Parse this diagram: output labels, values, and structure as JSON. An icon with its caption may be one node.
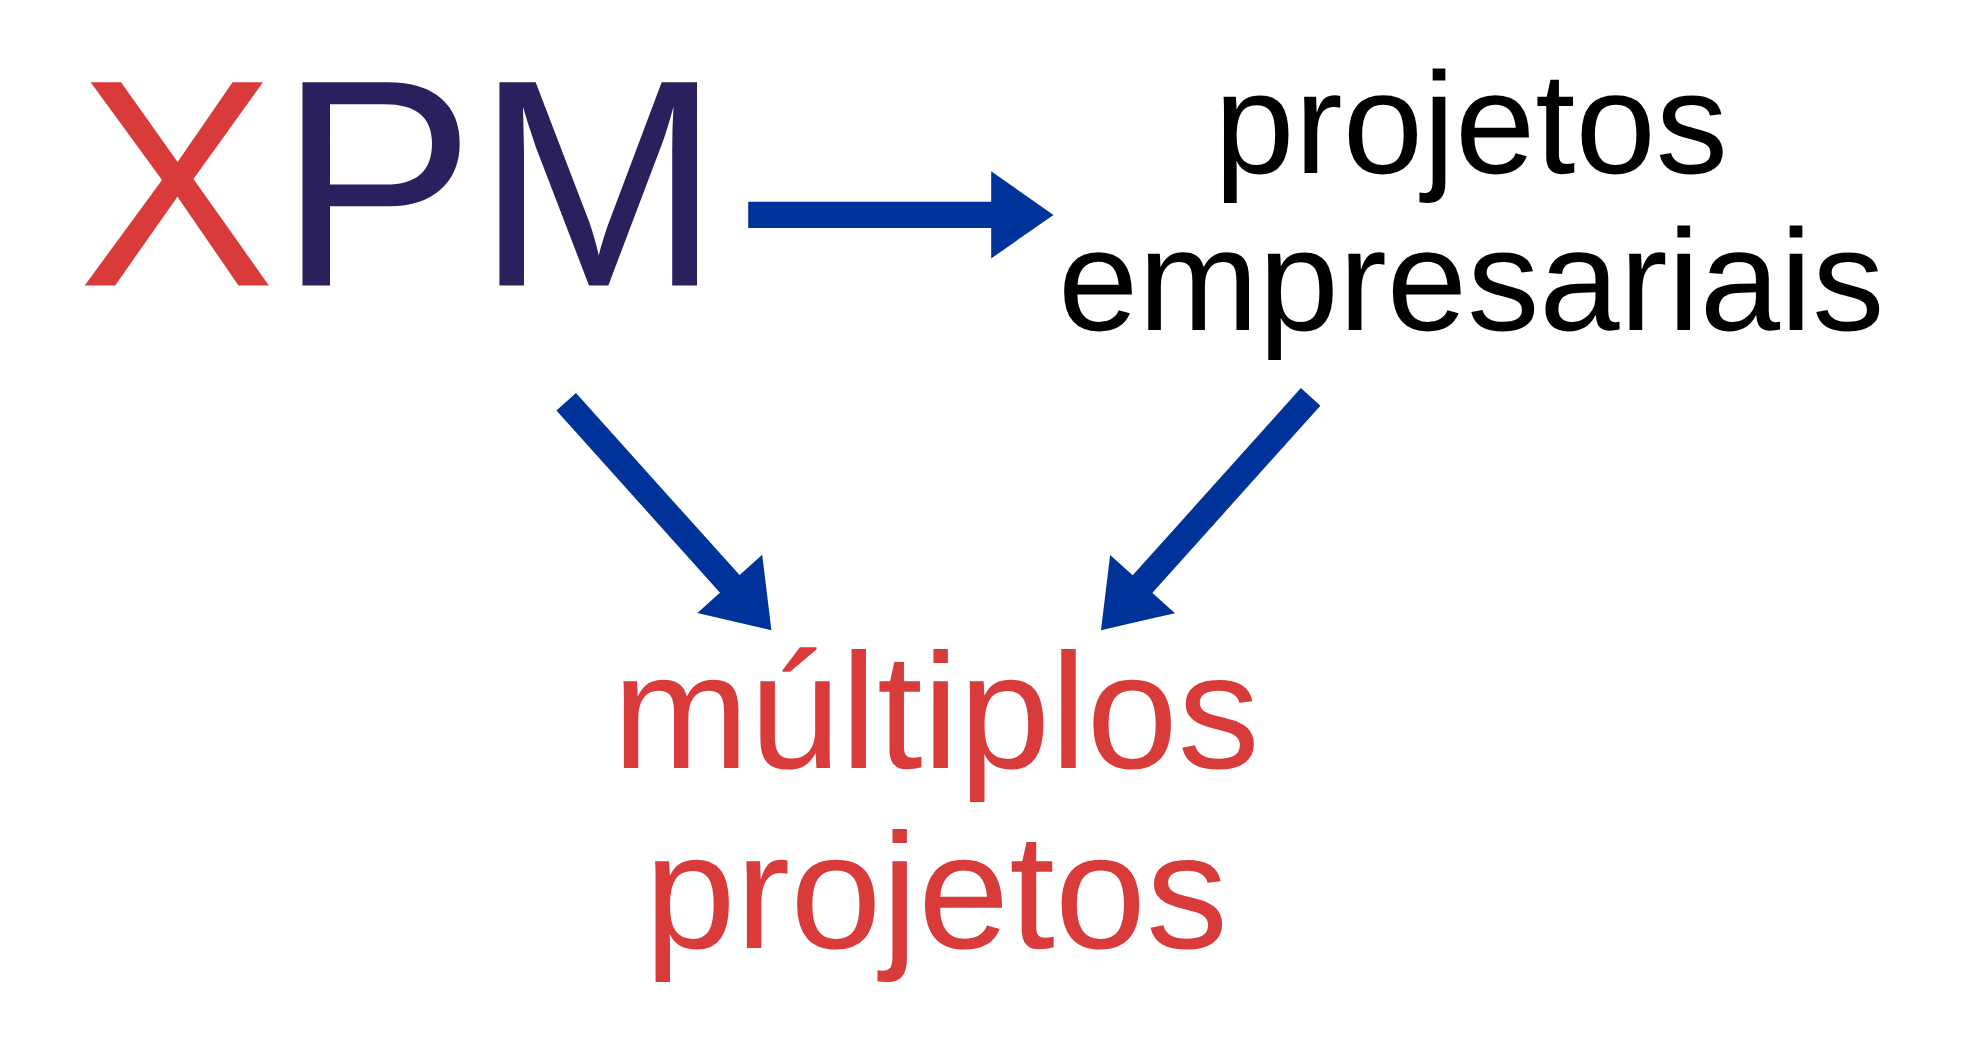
{
  "diagram": {
    "nodes": [
      {
        "text": [
          "XPM"
        ]
      },
      {
        "text": [
          "projetos empresariais"
        ]
      },
      {
        "text": [
          "múltiplos projetos"
        ]
      }
    ],
    "edges": [
      {
        "from": 0,
        "to": 1,
        "arrow": "to"
      },
      {
        "from": 0,
        "to": 2,
        "arrow": "to"
      },
      {
        "from": 1,
        "to": 2,
        "arrow": "to"
      }
    ]
  }
}
